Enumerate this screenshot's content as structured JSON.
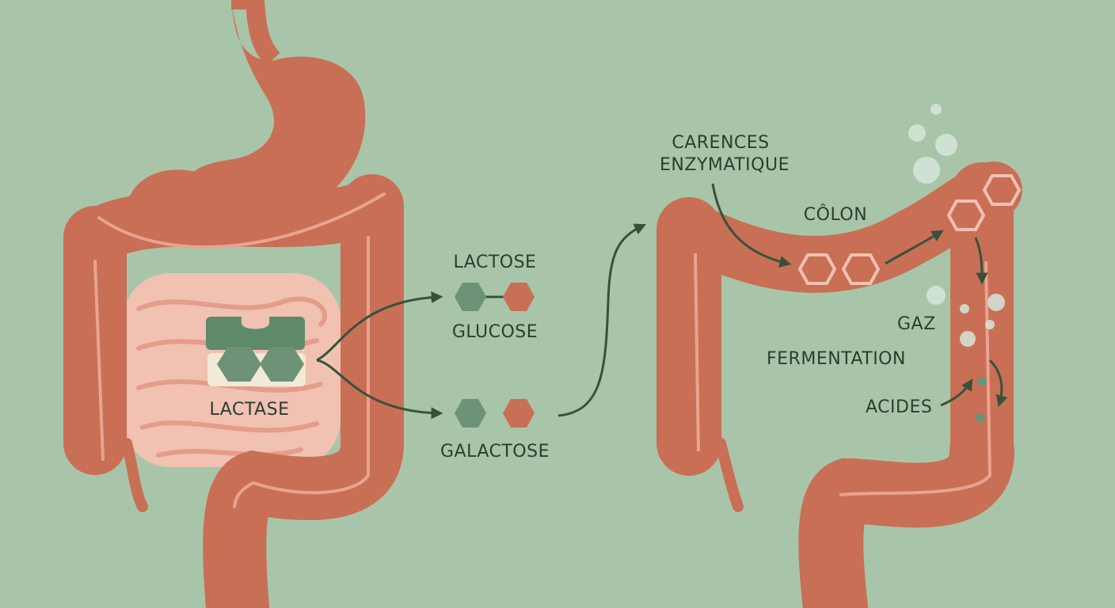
{
  "labels": {
    "lactose": "LACTOSE",
    "glucose": "GLUCOSE",
    "galactose": "GALACTOSE",
    "lactase": "LACTASE",
    "carences_line1": "CARENCES",
    "carences_line2": "ENZYMATIQUE",
    "colon": "CÔLON",
    "gaz": "GAZ",
    "fermentation": "FERMENTATION",
    "acides": "ACIDES"
  },
  "colors": {
    "background": "#a9c5a9",
    "organ": "#c96f55",
    "organ_highlight": "#e8a391",
    "small_intestine": "#f1c1b2",
    "molecule_green": "#6e9277",
    "molecule_red": "#c96f55",
    "arrow": "#36523d",
    "enzyme": "#5f8a6a",
    "bubble": "#d6e6da"
  }
}
